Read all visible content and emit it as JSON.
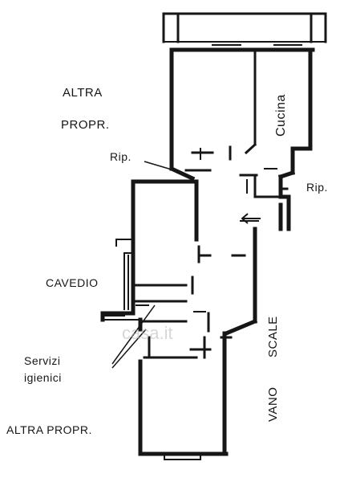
{
  "labels": {
    "altra_propr_top_1": "ALTRA",
    "altra_propr_top_2": "PROPR.",
    "cucina": "Cucina",
    "rip_left": "Rip.",
    "rip_right": "Rip.",
    "cavedio": "CAVEDIO",
    "servizi_1": "Servizi",
    "servizi_2": "igienici",
    "scale": "SCALE",
    "vano": "VANO",
    "altra_propr_bottom": "ALTRA  PROPR."
  },
  "watermark": "casa.it",
  "colors": {
    "ink": "#161616",
    "paper": "#ffffff"
  }
}
